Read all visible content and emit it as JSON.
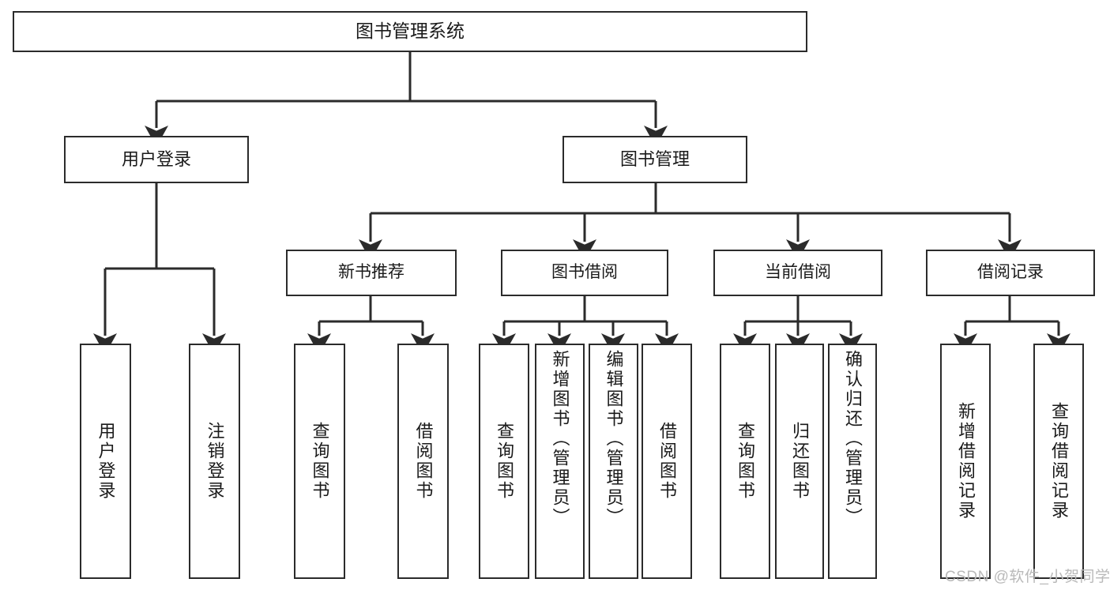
{
  "diagram": {
    "type": "tree-hierarchy",
    "title": "图书管理系统",
    "root": {
      "label": "图书管理系统"
    },
    "level1": [
      {
        "label": "用户登录"
      },
      {
        "label": "图书管理"
      }
    ],
    "level2": [
      {
        "label": "新书推荐"
      },
      {
        "label": "图书借阅"
      },
      {
        "label": "当前借阅"
      },
      {
        "label": "借阅记录"
      }
    ],
    "leaves": {
      "user_login": [
        {
          "label": "用户登录",
          "align": "center"
        },
        {
          "label": "注销登录",
          "align": "center"
        }
      ],
      "new_book_recommend": [
        {
          "label": "查询图书",
          "align": "center"
        },
        {
          "label": "借阅图书",
          "align": "center"
        }
      ],
      "book_borrow": [
        {
          "label": "查询图书",
          "align": "center"
        },
        {
          "label": "新增图书（管理员）",
          "align": "top"
        },
        {
          "label": "编辑图书（管理员）",
          "align": "top"
        },
        {
          "label": "借阅图书",
          "align": "center"
        }
      ],
      "current_borrow": [
        {
          "label": "查询图书",
          "align": "center"
        },
        {
          "label": "归还图书",
          "align": "center"
        },
        {
          "label": "确认归还（管理员）",
          "align": "top"
        }
      ],
      "borrow_record": [
        {
          "label": "新增借阅记录",
          "align": "center"
        },
        {
          "label": "查询借阅记录",
          "align": "center"
        }
      ]
    },
    "colors": {
      "stroke": "#2b2b2b",
      "background": "#ffffff",
      "text": "#1a1a1a",
      "watermark": "#b9b9b9"
    }
  },
  "watermark": {
    "text": "CSDN @软件_小贺同学"
  }
}
